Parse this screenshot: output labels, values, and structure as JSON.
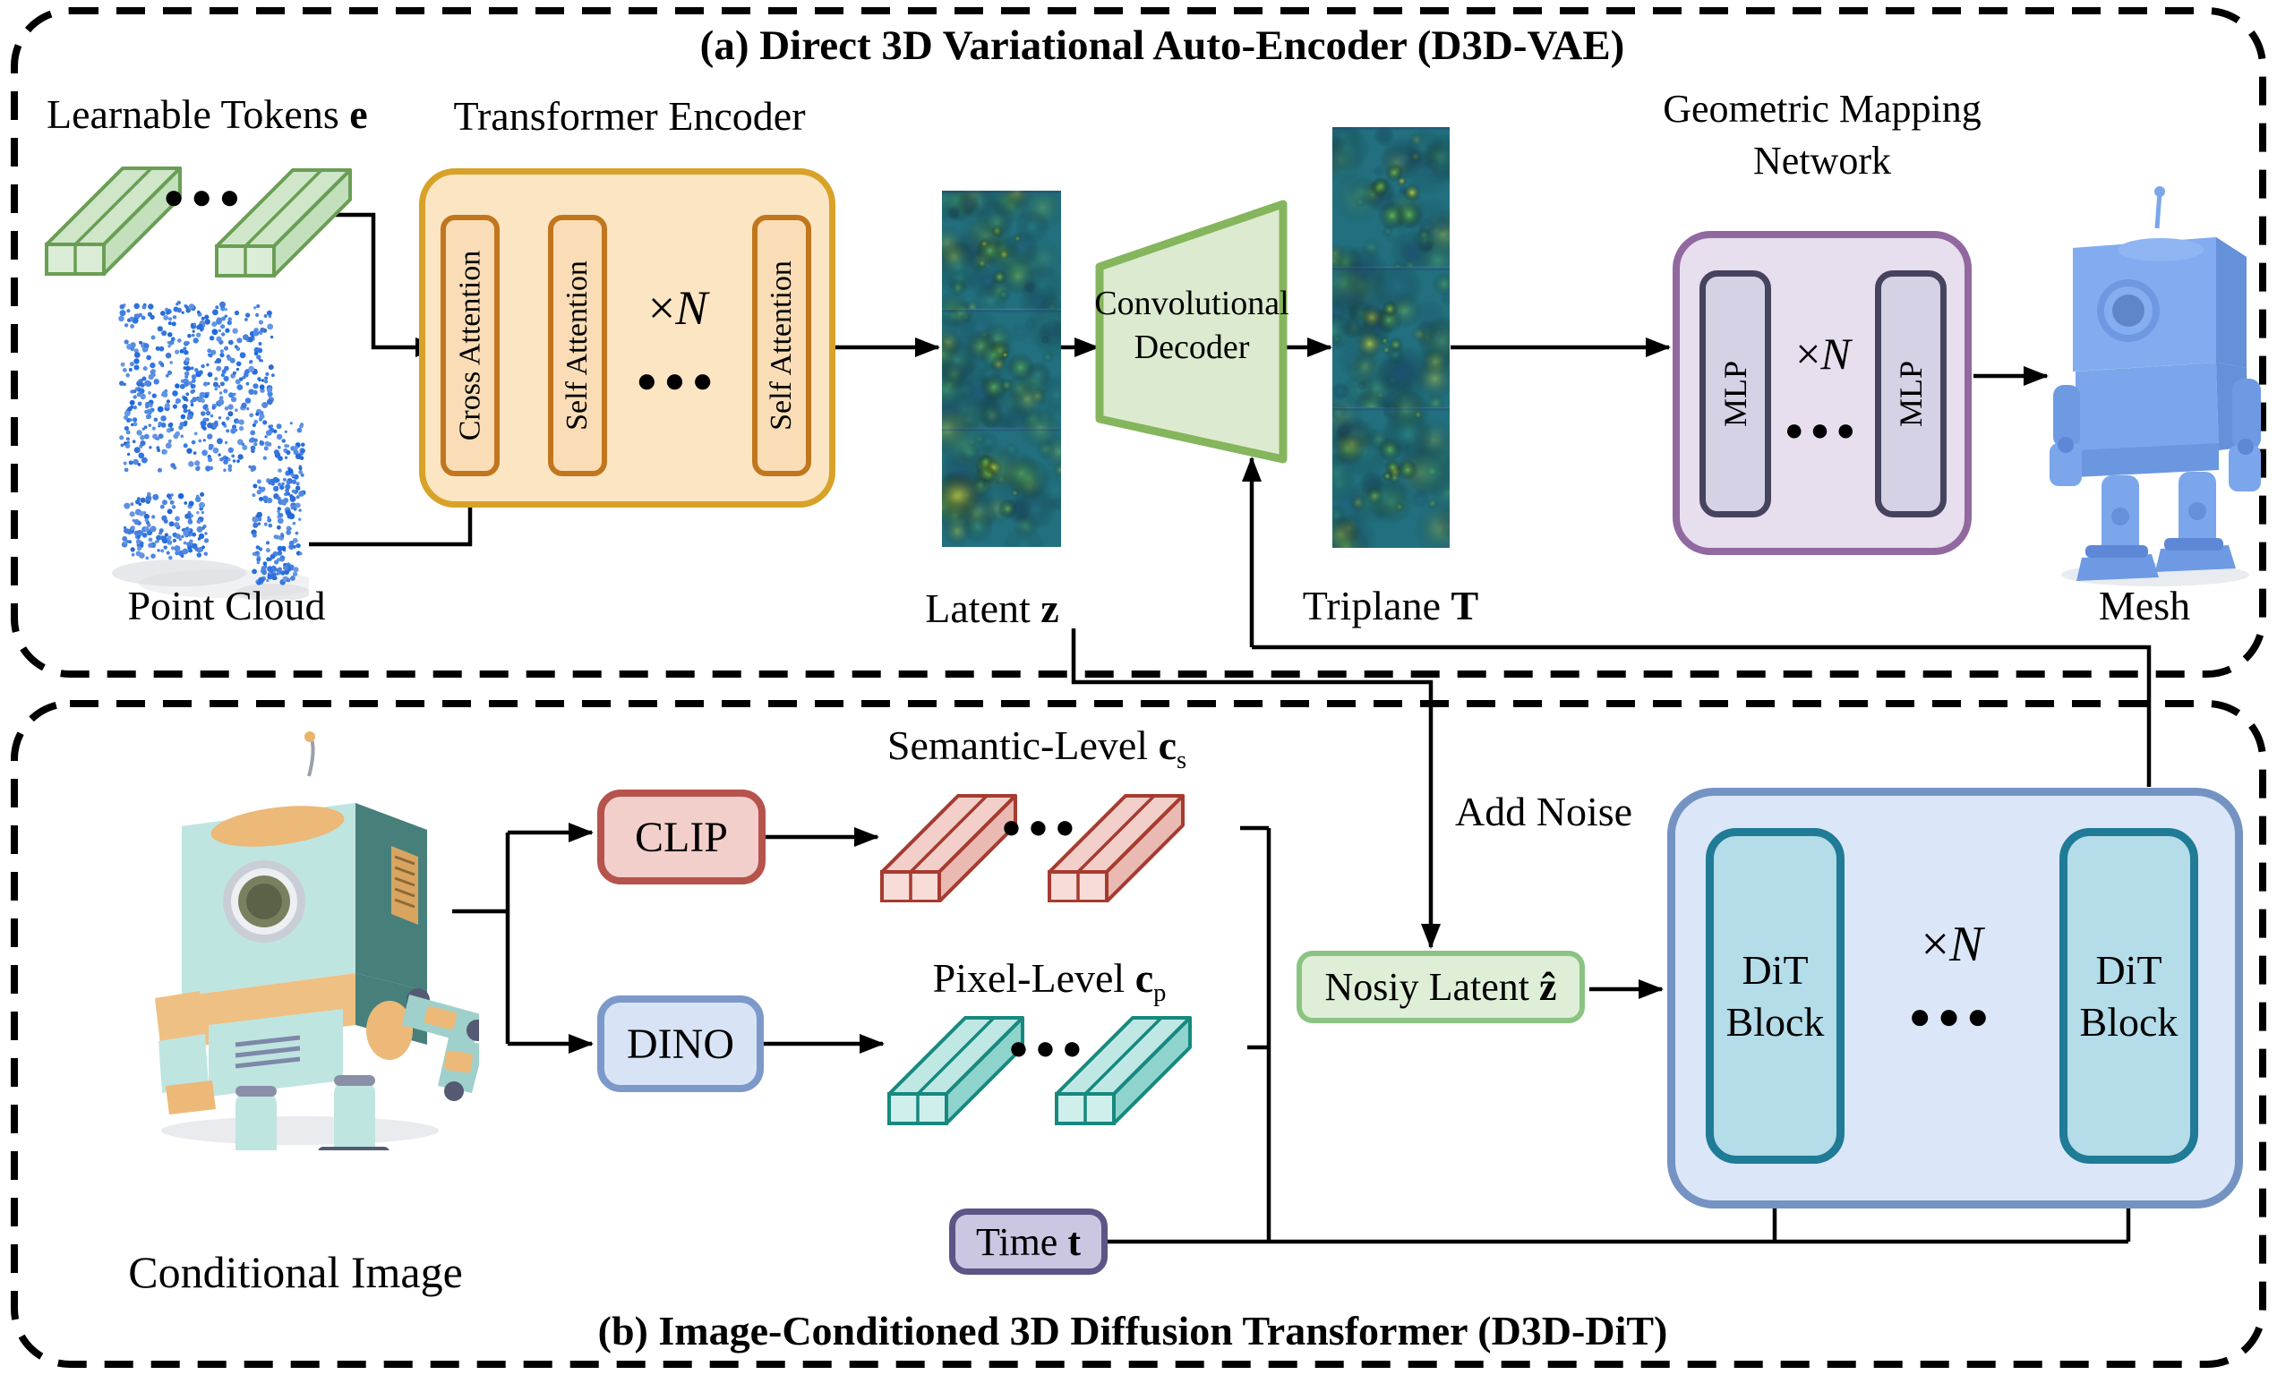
{
  "section_a": {
    "title": "(a) Direct 3D Variational Auto-Encoder (D3D-VAE)",
    "learnable_tokens": {
      "text": "Learnable Tokens ",
      "math": "e"
    },
    "tokens_dots": "●●●",
    "point_cloud_label": "Point Cloud",
    "encoder": {
      "title": "Transformer Encoder",
      "blocks": [
        "Cross Attention",
        "Self Attention",
        "Self Attention"
      ],
      "repeat_times": "×",
      "repeat_var": "N",
      "dots": "●●●"
    },
    "latent_label": {
      "text": "Latent ",
      "math": "z"
    },
    "decoder": {
      "line1": "Convolutional",
      "line2": "Decoder"
    },
    "triplane_label": {
      "text": "Triplane ",
      "math": "T"
    },
    "gmn": {
      "title_line1": "Geometric Mapping",
      "title_line2": "Network",
      "mlp1": "MLP",
      "mlp2": "MLP",
      "repeat_times": "×",
      "repeat_var": "N",
      "dots": "●●●"
    },
    "mesh_label": "Mesh"
  },
  "section_b": {
    "title": "(b) Image-Conditioned 3D Diffusion Transformer (D3D-DiT)",
    "conditional_image_label": "Conditional Image",
    "clip_label": "CLIP",
    "dino_label": "DINO",
    "semantic_label": {
      "text": "Semantic-Level ",
      "math": "c",
      "sub": "s"
    },
    "semantic_dots": "●●●",
    "pixel_label": {
      "text": "Pixel-Level ",
      "math": "c",
      "sub": "p"
    },
    "pixel_dots": "●●●",
    "add_noise_label": "Add Noise",
    "noisy_latent": {
      "text": "Nosiy Latent ",
      "math": "ẑ"
    },
    "time": {
      "text": "Time ",
      "math": "t"
    },
    "dit": {
      "block_line1": "DiT",
      "block_line2": "Block",
      "repeat_times": "×",
      "repeat_var": "N",
      "dots": "●●●"
    }
  },
  "colors": {
    "encoder_fill": "#FBE5C2",
    "encoder_border": "#D8A228",
    "attention_fill": "#FADDB6",
    "attention_border": "#C1761E",
    "decoder_fill": "#DCEBCF",
    "decoder_border": "#85B55C",
    "gmn_fill": "#E7DEEE",
    "gmn_border": "#91689F",
    "mlp_fill": "#D5D2E6",
    "mlp_border": "#46435F",
    "clip_fill": "#F2CFCA",
    "clip_border": "#B5534C",
    "dino_fill": "#D8E4F6",
    "dino_border": "#7D99C9",
    "noisy_fill": "#DFEFD7",
    "noisy_border": "#8BC383",
    "time_fill": "#CBC7E2",
    "time_border": "#5C5585",
    "dit_container_fill": "#DBE7F8",
    "dit_container_border": "#7493C3",
    "dit_block_fill": "#B4DCE9",
    "dit_block_border": "#1F7B96",
    "token_green_stroke": "#6A9E55",
    "token_red_stroke": "#A63B30",
    "token_teal_stroke": "#17897F",
    "point_cloud_blue": "#3A7BE0",
    "mesh_blue": "#7BA6EC",
    "line_black": "#000000"
  }
}
